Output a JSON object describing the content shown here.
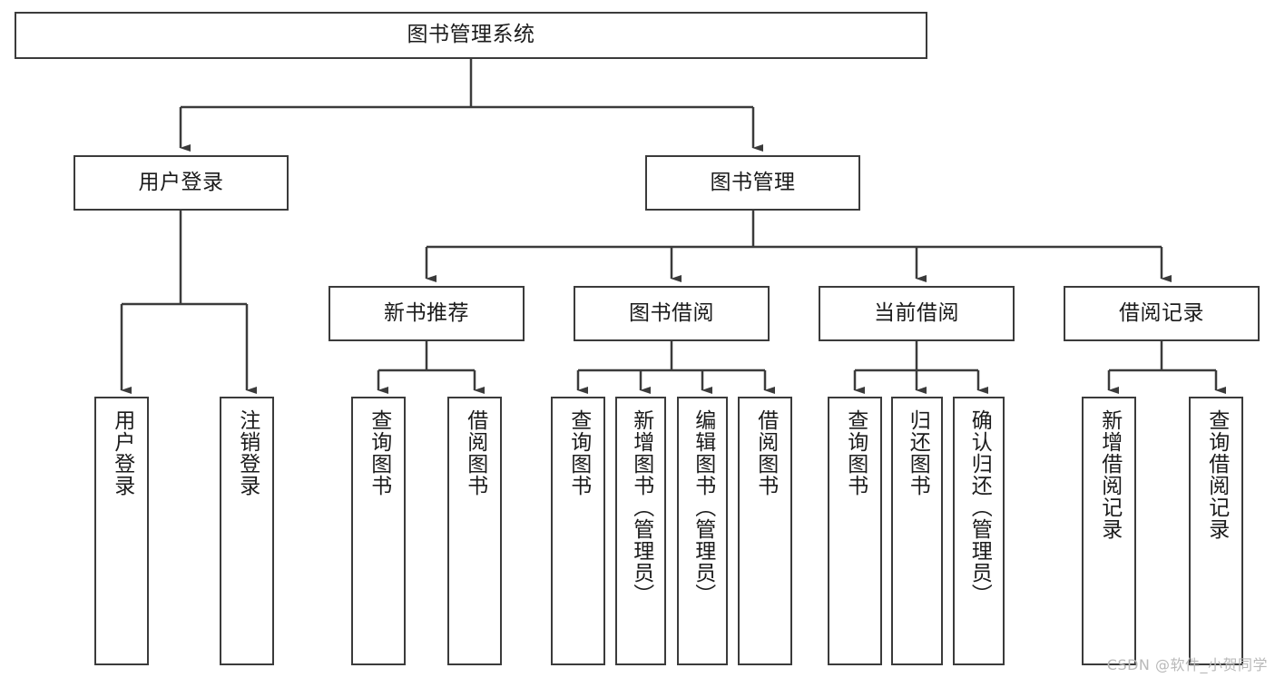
{
  "diagram": {
    "title": "图书管理系统",
    "watermark": "CSDN @软件_小贺同学",
    "colors": {
      "stroke": "#3b3b3b",
      "box_fill": "#ffffff",
      "text": "#1b1b1b",
      "watermark": "#b9b9b9",
      "background": "#ffffff"
    },
    "levels": {
      "level1": [
        {
          "id": "root",
          "label": "图书管理系统",
          "orientation": "horizontal"
        }
      ],
      "level2": [
        {
          "id": "user-login",
          "label": "用户登录",
          "orientation": "horizontal"
        },
        {
          "id": "book-management",
          "label": "图书管理",
          "orientation": "horizontal"
        }
      ],
      "level3": [
        {
          "id": "new-book-recommend",
          "label": "新书推荐",
          "orientation": "horizontal"
        },
        {
          "id": "book-borrow",
          "label": "图书借阅",
          "orientation": "horizontal"
        },
        {
          "id": "current-borrow",
          "label": "当前借阅",
          "orientation": "horizontal"
        },
        {
          "id": "borrow-record",
          "label": "借阅记录",
          "orientation": "horizontal"
        }
      ],
      "level4": [
        {
          "id": "leaf-user-login",
          "label": "用户登录",
          "parent": "user-login",
          "orientation": "vertical"
        },
        {
          "id": "leaf-user-logout",
          "label": "注销登录",
          "parent": "user-login",
          "orientation": "vertical"
        },
        {
          "id": "leaf-query-book-1",
          "label": "查询图书",
          "parent": "new-book-recommend",
          "orientation": "vertical"
        },
        {
          "id": "leaf-borrow-book-1",
          "label": "借阅图书",
          "parent": "new-book-recommend",
          "orientation": "vertical"
        },
        {
          "id": "leaf-query-book-2",
          "label": "查询图书",
          "parent": "book-borrow",
          "orientation": "vertical"
        },
        {
          "id": "leaf-add-book",
          "label": "新增图书（管理员）",
          "parent": "book-borrow",
          "orientation": "vertical"
        },
        {
          "id": "leaf-edit-book",
          "label": "编辑图书（管理员）",
          "parent": "book-borrow",
          "orientation": "vertical"
        },
        {
          "id": "leaf-borrow-book-2",
          "label": "借阅图书",
          "parent": "book-borrow",
          "orientation": "vertical"
        },
        {
          "id": "leaf-query-book-3",
          "label": "查询图书",
          "parent": "current-borrow",
          "orientation": "vertical"
        },
        {
          "id": "leaf-return-book",
          "label": "归还图书",
          "parent": "current-borrow",
          "orientation": "vertical"
        },
        {
          "id": "leaf-confirm-return",
          "label": "确认归还（管理员）",
          "parent": "current-borrow",
          "orientation": "vertical"
        },
        {
          "id": "leaf-add-record",
          "label": "新增借阅记录",
          "parent": "borrow-record",
          "orientation": "vertical"
        },
        {
          "id": "leaf-query-record",
          "label": "查询借阅记录",
          "parent": "borrow-record",
          "orientation": "vertical"
        }
      ]
    }
  }
}
